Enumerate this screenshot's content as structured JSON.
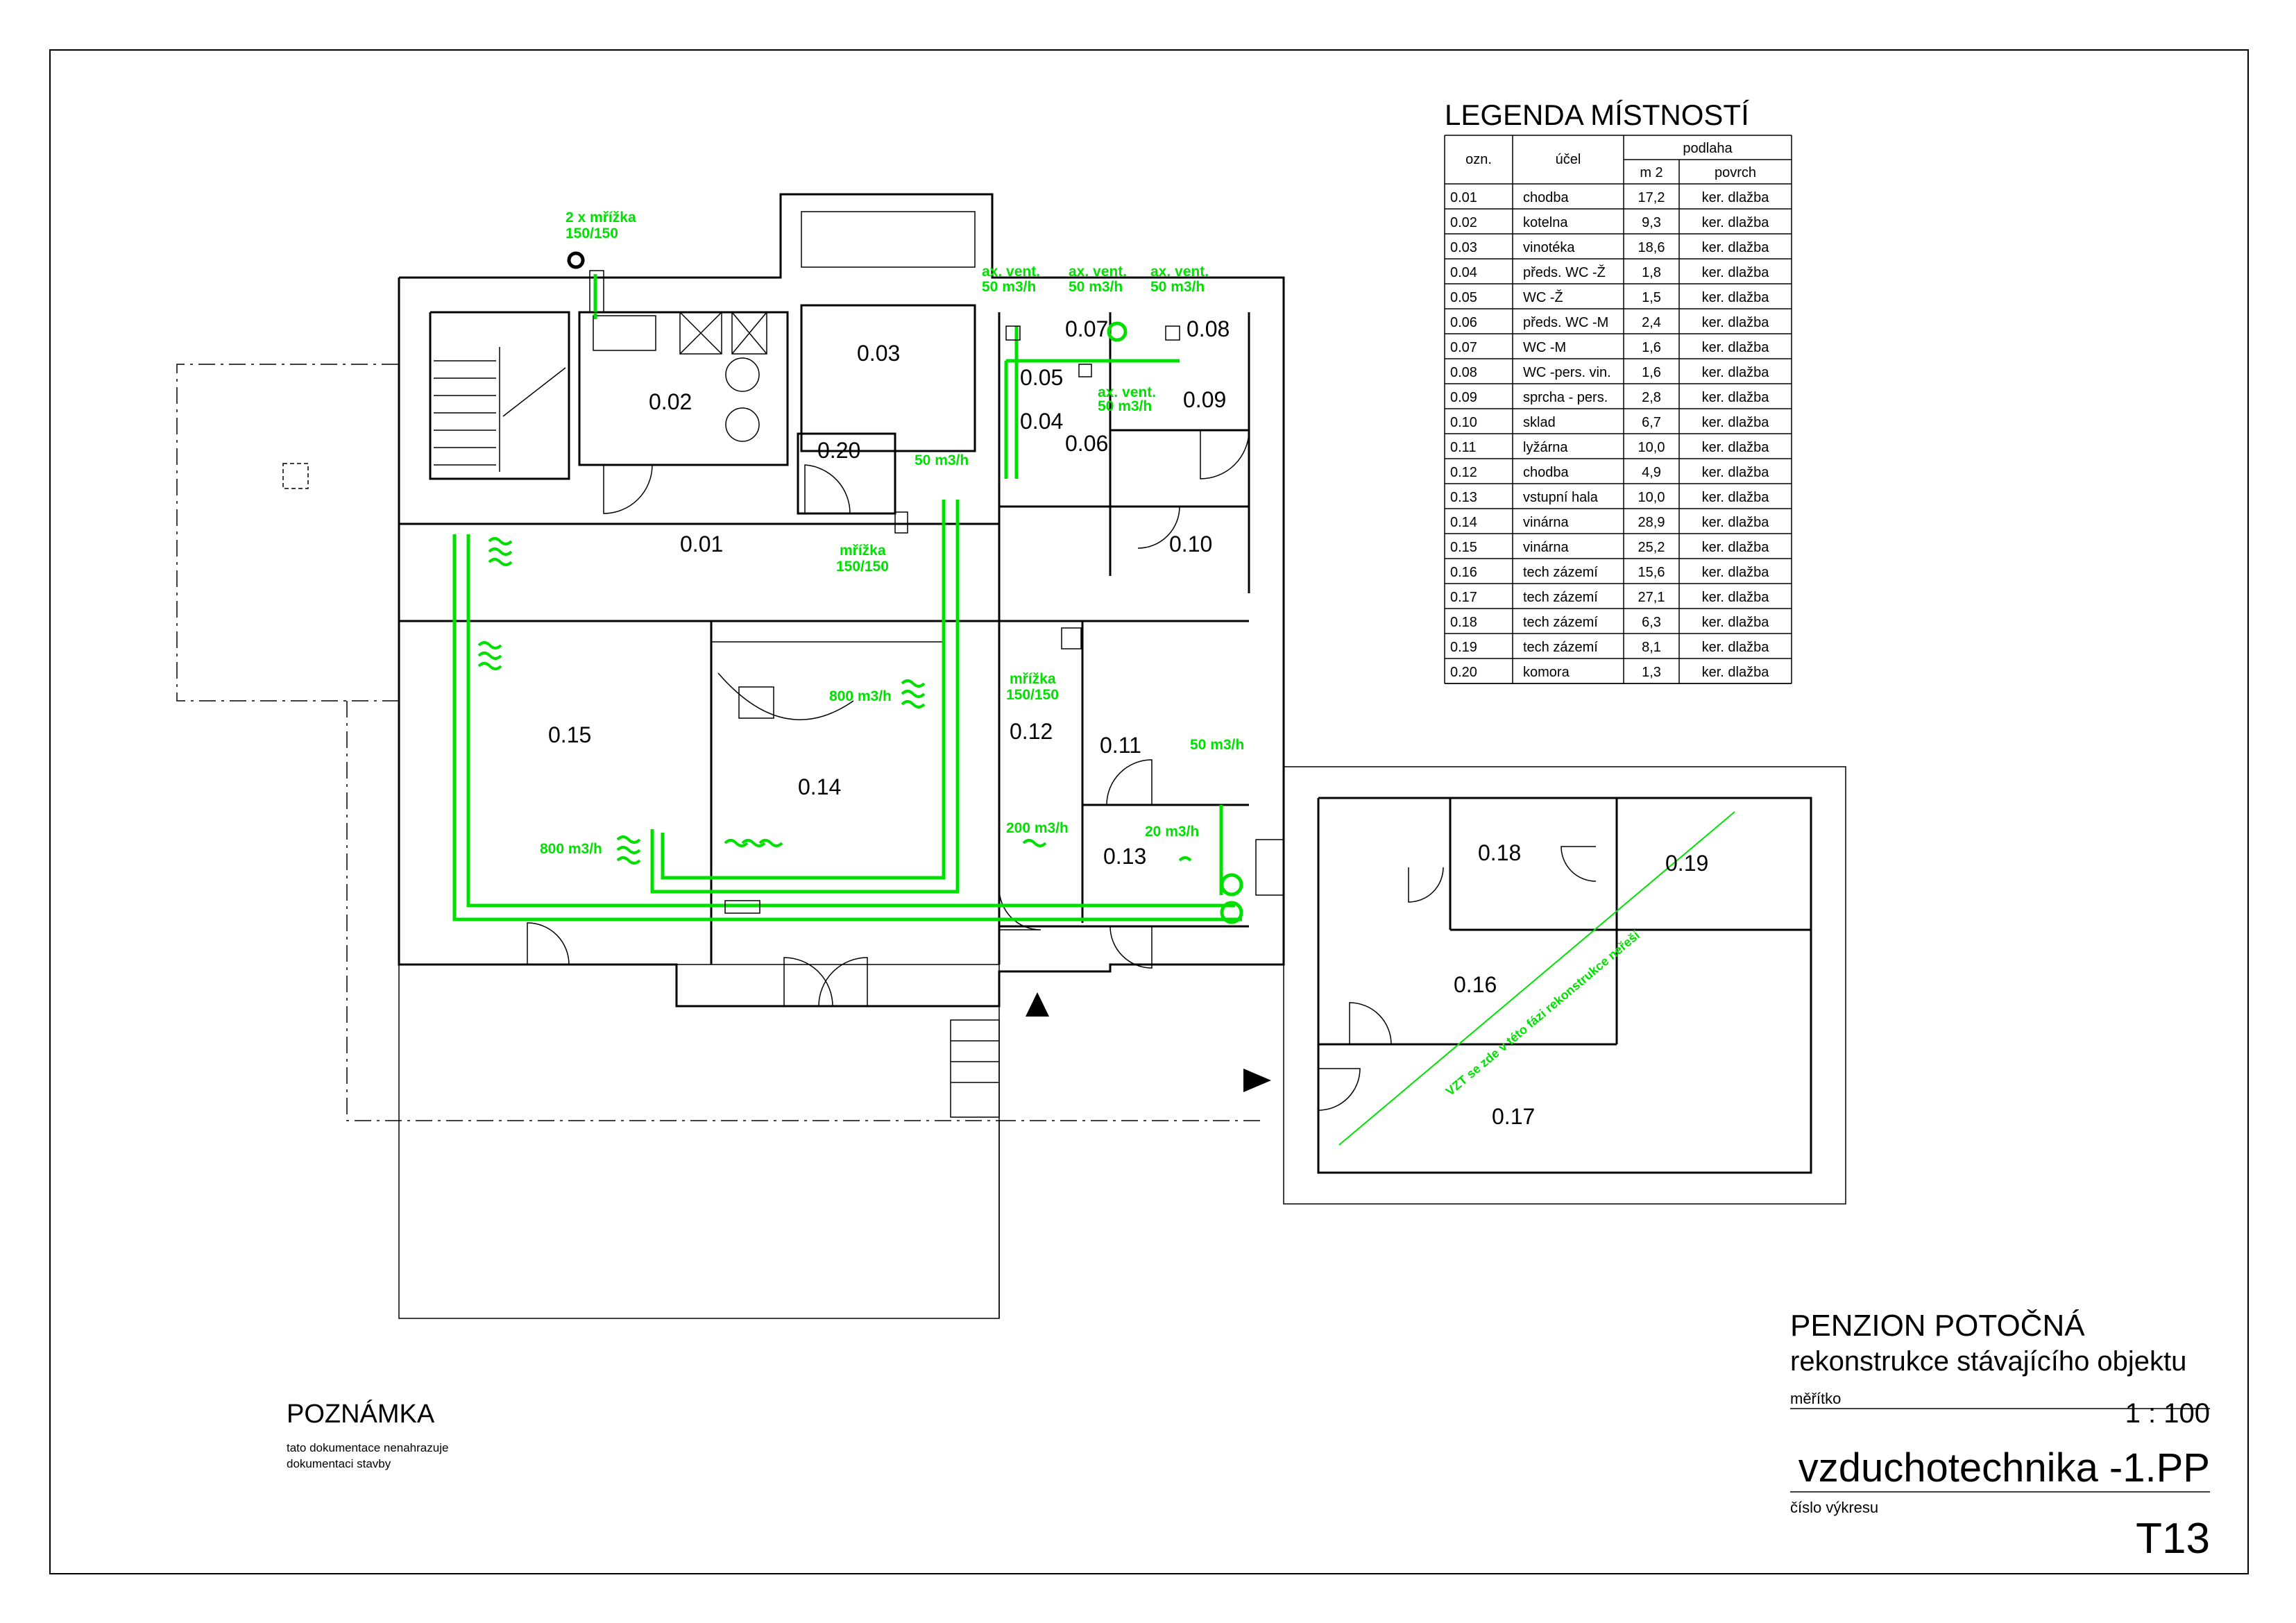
{
  "legend": {
    "title": "LEGENDA MÍSTNOSTÍ",
    "headers": {
      "code": "ozn.",
      "purpose": "účel",
      "floor": "podlaha",
      "area": "m 2",
      "surface": "povrch"
    },
    "rows": [
      {
        "code": "0.01",
        "purpose": "chodba",
        "area": "17,2",
        "surface": "ker. dlažba"
      },
      {
        "code": "0.02",
        "purpose": "kotelna",
        "area": "9,3",
        "surface": "ker. dlažba"
      },
      {
        "code": "0.03",
        "purpose": "vinotéka",
        "area": "18,6",
        "surface": "ker. dlažba"
      },
      {
        "code": "0.04",
        "purpose": "předs. WC -Ž",
        "area": "1,8",
        "surface": "ker. dlažba"
      },
      {
        "code": "0.05",
        "purpose": "WC -Ž",
        "area": "1,5",
        "surface": "ker. dlažba"
      },
      {
        "code": "0.06",
        "purpose": "předs. WC -M",
        "area": "2,4",
        "surface": "ker. dlažba"
      },
      {
        "code": "0.07",
        "purpose": "WC -M",
        "area": "1,6",
        "surface": "ker. dlažba"
      },
      {
        "code": "0.08",
        "purpose": "WC -pers. vin.",
        "area": "1,6",
        "surface": "ker. dlažba"
      },
      {
        "code": "0.09",
        "purpose": "sprcha - pers.",
        "area": "2,8",
        "surface": "ker. dlažba"
      },
      {
        "code": "0.10",
        "purpose": "sklad",
        "area": "6,7",
        "surface": "ker. dlažba"
      },
      {
        "code": "0.11",
        "purpose": "lyžárna",
        "area": "10,0",
        "surface": "ker. dlažba"
      },
      {
        "code": "0.12",
        "purpose": "chodba",
        "area": "4,9",
        "surface": "ker. dlažba"
      },
      {
        "code": "0.13",
        "purpose": "vstupní hala",
        "area": "10,0",
        "surface": "ker. dlažba"
      },
      {
        "code": "0.14",
        "purpose": "vinárna",
        "area": "28,9",
        "surface": "ker. dlažba"
      },
      {
        "code": "0.15",
        "purpose": "vinárna",
        "area": "25,2",
        "surface": "ker. dlažba"
      },
      {
        "code": "0.16",
        "purpose": "tech zázemí",
        "area": "15,6",
        "surface": "ker. dlažba"
      },
      {
        "code": "0.17",
        "purpose": "tech zázemí",
        "area": "27,1",
        "surface": "ker. dlažba"
      },
      {
        "code": "0.18",
        "purpose": "tech zázemí",
        "area": "6,3",
        "surface": "ker. dlažba"
      },
      {
        "code": "0.19",
        "purpose": "tech zázemí",
        "area": "8,1",
        "surface": "ker. dlažba"
      },
      {
        "code": "0.20",
        "purpose": "komora",
        "area": "1,3",
        "surface": "ker. dlažba"
      }
    ]
  },
  "rooms": {
    "r001": "0.01",
    "r002": "0.02",
    "r003": "0.03",
    "r004": "0.04",
    "r005": "0.05",
    "r006": "0.06",
    "r007": "0.07",
    "r008": "0.08",
    "r009": "0.09",
    "r010": "0.10",
    "r011": "0.11",
    "r012": "0.12",
    "r013": "0.13",
    "r014": "0.14",
    "r015": "0.15",
    "r016": "0.16",
    "r017": "0.17",
    "r018": "0.18",
    "r019": "0.19",
    "r020": "0.20"
  },
  "annotations": {
    "grille_2x_1": "2 x mřížka",
    "grille_2x_2": "150/150",
    "axvent_1a": "ax. vent.",
    "axvent_1b": "50 m3/h",
    "axvent_2a": "ax. vent.",
    "axvent_2b": "50 m3/h",
    "axvent_3a": "ax. vent.",
    "axvent_3b": "50 m3/h",
    "axvent_4a": "ax. vent.",
    "axvent_4b": "50 m3/h",
    "flow_50_a": "50 m3/h",
    "grille_a1": "mřížka",
    "grille_a2": "150/150",
    "grille_b1": "mřížka",
    "grille_b2": "150/150",
    "flow_800_a": "800 m3/h",
    "flow_800_b": "800 m3/h",
    "flow_50_b": "50 m3/h",
    "flow_200": "200 m3/h",
    "flow_20": "20 m3/h",
    "vzt_note": "VZT se zde v této fázi rekonstrukce neřeší"
  },
  "note": {
    "title": "POZNÁMKA",
    "line1": "tato dokumentace nenahrazuje",
    "line2": "dokumentaci stavby"
  },
  "titleblock": {
    "project": "PENZION POTOČNÁ",
    "subtitle": "rekonstrukce stávajícího objektu",
    "scale_label": "měřítko",
    "scale": "1 : 100",
    "drawing": "vzduchotechnika -1.PP",
    "number_label": "číslo výkresu",
    "number": "T13"
  },
  "colors": {
    "ventilation": "#00e000",
    "lines": "#000000"
  }
}
